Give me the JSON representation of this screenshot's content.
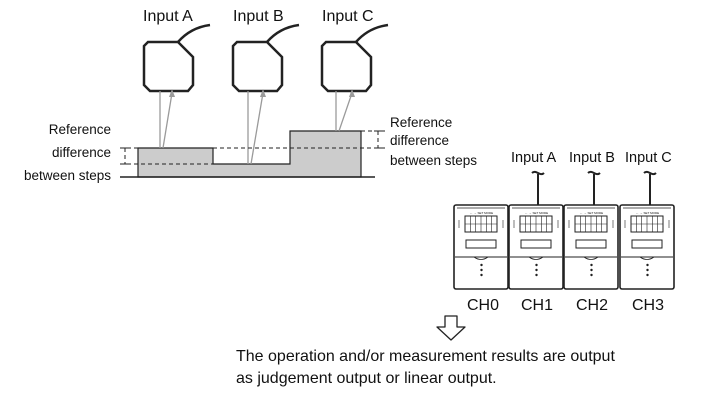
{
  "sensors": [
    {
      "label": "Input A"
    },
    {
      "label": "Input B"
    },
    {
      "label": "Input C"
    }
  ],
  "reference_label": {
    "left": [
      "Reference",
      "difference",
      "between steps"
    ],
    "right": [
      "Reference",
      "difference",
      "between steps"
    ]
  },
  "units": [
    {
      "input": "Input A",
      "channel": "CH0"
    },
    {
      "input": "",
      "channel": "CH1"
    },
    {
      "input": "Input B",
      "channel": "CH2"
    },
    {
      "input": "Input C",
      "channel": "CH3"
    }
  ],
  "unit_panel_text": "← → SET MODE",
  "caption": [
    "The operation and/or measurement results are output",
    "as judgement output or linear output."
  ],
  "colors": {
    "line": "#222222",
    "fill": "#cccccc",
    "beam": "#9a9a9a"
  }
}
